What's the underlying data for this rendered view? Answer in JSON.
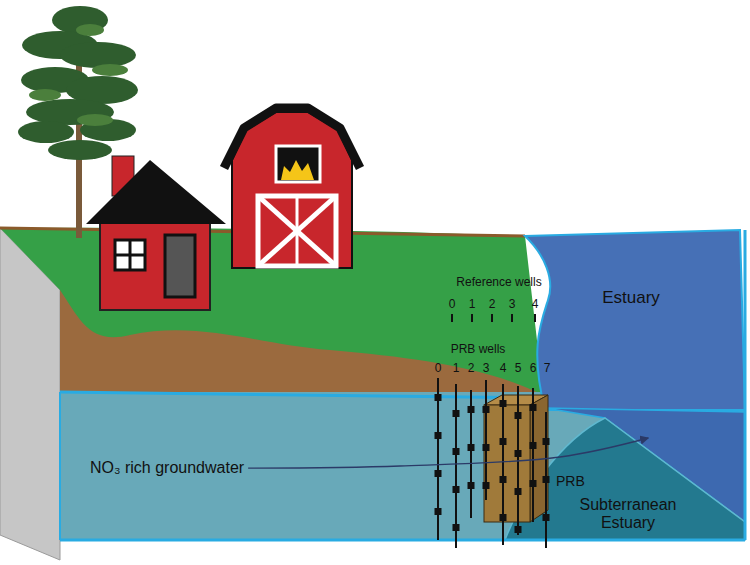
{
  "diagram": {
    "nodes": [
      {
        "text": [
          "Estuary"
        ]
      },
      {
        "text": [
          "NO₃ rich groundwater"
        ]
      },
      {
        "text": [
          "PRB"
        ]
      },
      {
        "text": [
          "Subterranean Estuary"
        ]
      }
    ],
    "edges": [
      {
        "from": 1,
        "to": 0,
        "arrow": "to"
      }
    ],
    "labels": [
      "Reference wells",
      "0",
      "1",
      "2",
      "3",
      "4",
      "PRB wells",
      "0",
      "1",
      "2",
      "3",
      "4",
      "5",
      "6",
      "7"
    ]
  }
}
